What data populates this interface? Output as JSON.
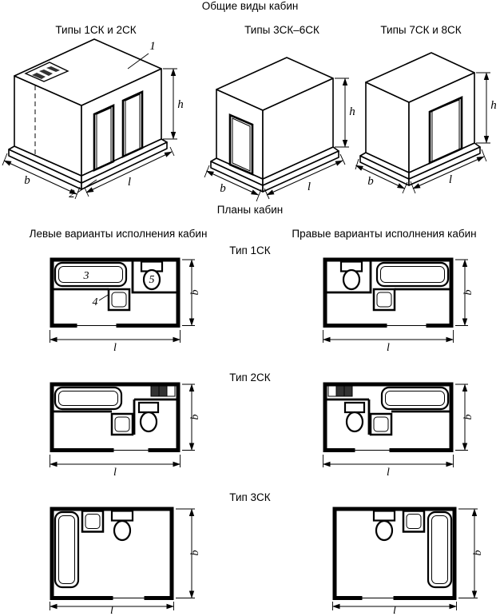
{
  "figure": {
    "main_title": "Общие виды кабин",
    "plans_title": "Планы кабин"
  },
  "general_views": {
    "view1_title": "Типы 1СК и 2СК",
    "view2_title": "Типы 3СК–6СК",
    "view3_title": "Типы 7СК и 8СК"
  },
  "plans": {
    "left_header": "Левые варианты исполнения кабин",
    "right_header": "Правые варианты исполнения кабин",
    "row1_label": "Тип 1СК",
    "row2_label": "Тип 2СК",
    "row3_label": "Тип 3СК"
  },
  "callouts": {
    "c1": "1",
    "c2": "2",
    "c3": "3",
    "c4": "4",
    "c5": "5"
  },
  "dims": {
    "h": "h",
    "b": "b",
    "l": "l"
  }
}
